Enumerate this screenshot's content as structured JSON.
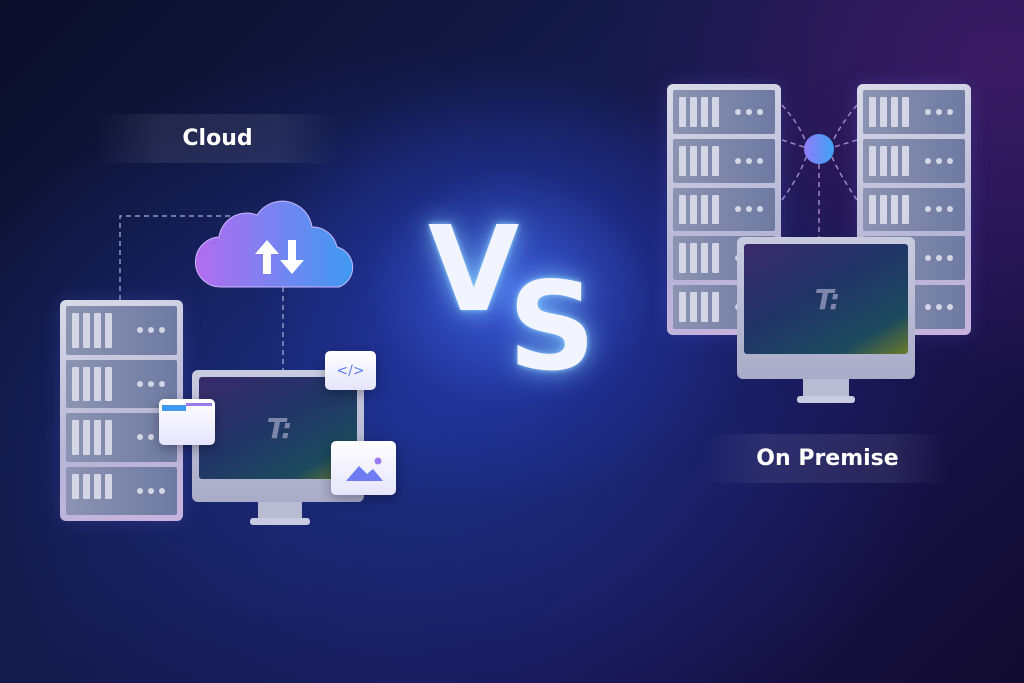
{
  "labels": {
    "cloud": "Cloud",
    "on_premise": "On Premise"
  },
  "vs": {
    "v": "V",
    "s": "S"
  },
  "logo": "T⁠:",
  "code_card": "</>",
  "colors": {
    "accent_blue": "#4f8cf7",
    "accent_purple": "#a56cf0"
  }
}
